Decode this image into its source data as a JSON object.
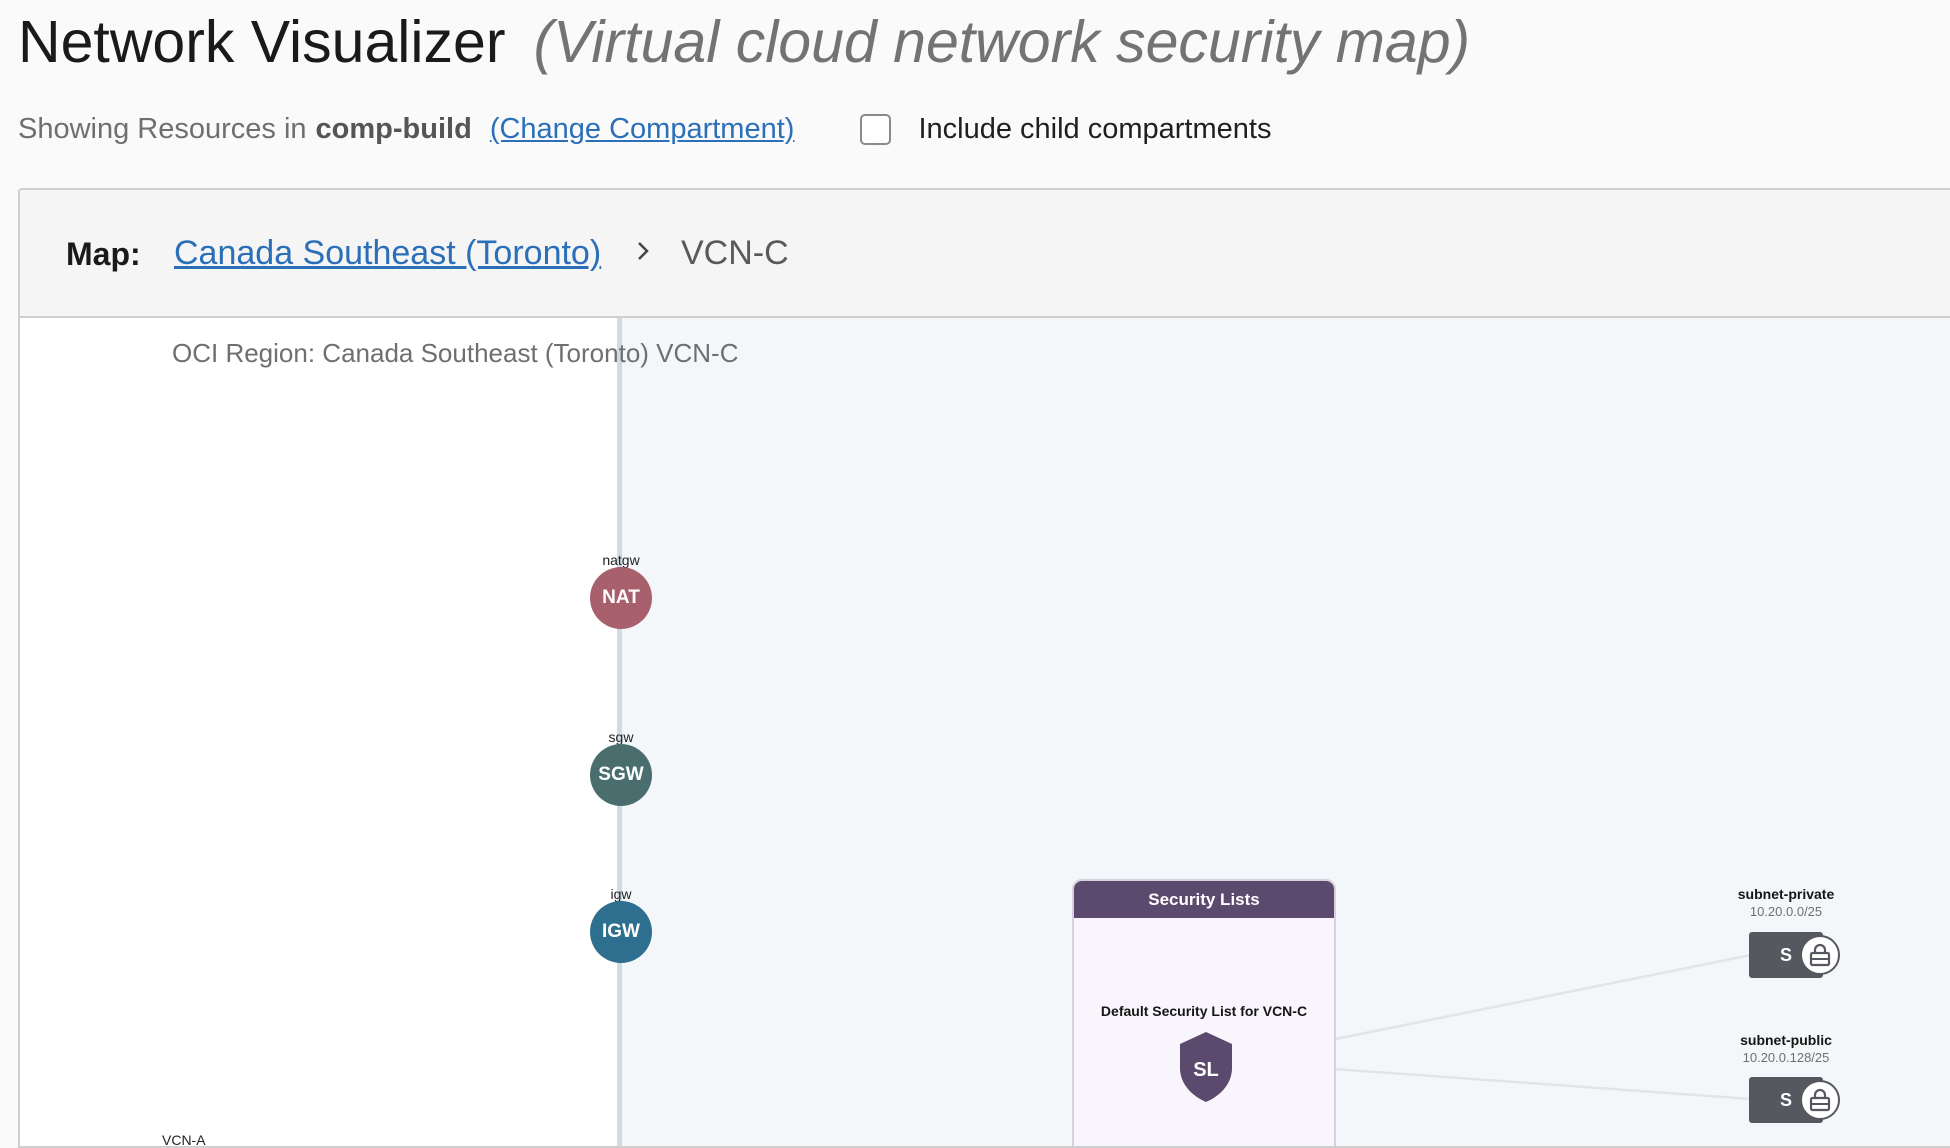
{
  "page": {
    "title": "Network Visualizer",
    "subtitle": "(Virtual cloud network security map)"
  },
  "resources": {
    "prefix": "Showing Resources in",
    "compartment": "comp-build",
    "change_link": "(Change Compartment)",
    "include_children_label": "Include child compartments",
    "include_children_checked": false
  },
  "map": {
    "label": "Map:",
    "region_link": "Canada Southeast (Toronto)",
    "separator_icon": "chevron-right-icon",
    "current": "VCN-C"
  },
  "canvas": {
    "region_label": "OCI Region: Canada Southeast (Toronto)  VCN-C",
    "gateways": [
      {
        "name": "natgw",
        "abbr": "NAT",
        "color": "#a8606d"
      },
      {
        "name": "sgw",
        "abbr": "SGW",
        "color": "#4a6e6e"
      },
      {
        "name": "igw",
        "abbr": "IGW",
        "color": "#2e6e8e"
      }
    ],
    "security_lists": {
      "header": "Security Lists",
      "item_name": "Default Security List for VCN-C",
      "item_abbr": "SL",
      "color": "#5b4a6e"
    },
    "subnets": [
      {
        "name": "subnet-private",
        "cidr": "10.20.0.0/25",
        "abbr": "S",
        "icon": "lock-icon"
      },
      {
        "name": "subnet-public",
        "cidr": "10.20.0.128/25",
        "abbr": "S",
        "icon": "lock-icon"
      }
    ],
    "other_vcn_label": "VCN-A"
  }
}
